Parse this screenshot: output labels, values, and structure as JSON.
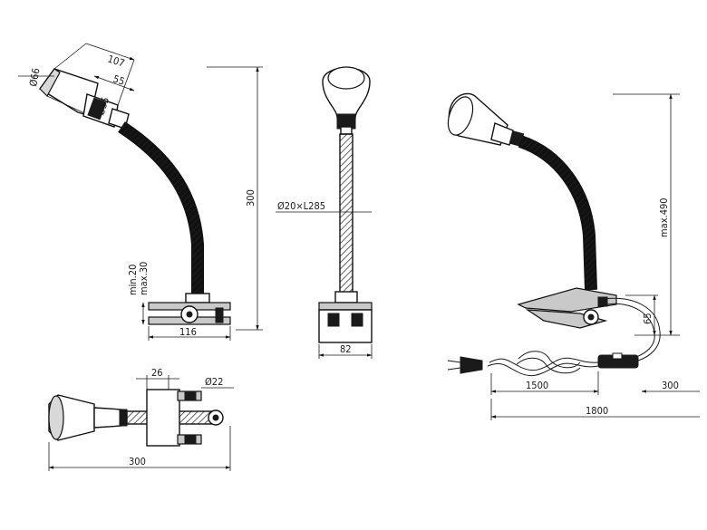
{
  "side_view": {
    "head_diameter": "Ø66",
    "head_length": "107",
    "neck_length": "55",
    "neck_diameter": "Ø35",
    "height": "300",
    "clamp_min": "min.20",
    "clamp_max": "max.30",
    "base_width": "116"
  },
  "front_view": {
    "arm_spec": "Ø20×L285",
    "base_width": "82"
  },
  "top_view": {
    "clamp_depth": "26",
    "arm_diameter": "Ø22",
    "total_length": "300"
  },
  "installed_view": {
    "max_height": "max.490",
    "clamp_height": "65",
    "cable_to_switch": "1500",
    "switch_to_lamp": "300",
    "cable_total": "1800"
  }
}
